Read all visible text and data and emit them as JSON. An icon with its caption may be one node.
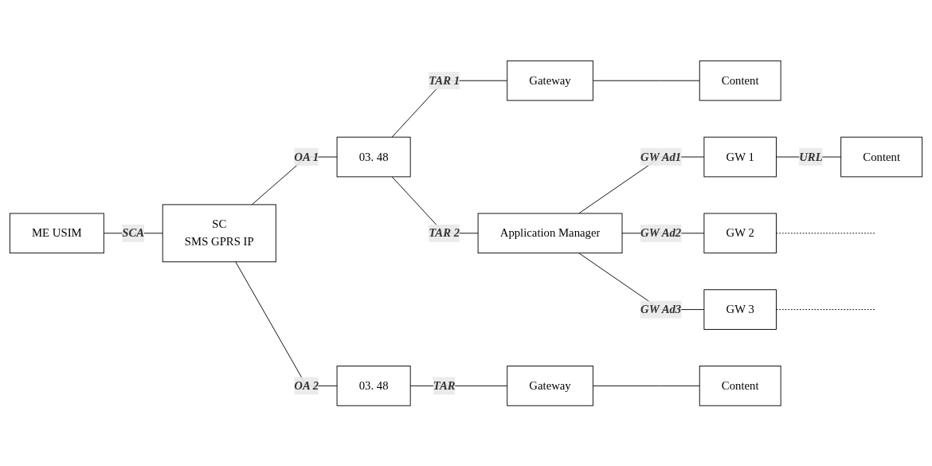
{
  "diagram": {
    "nodes": [
      {
        "text": [
          "ME USIM"
        ]
      },
      {
        "text": [
          "SC",
          "SMS GPRS IP"
        ]
      },
      {
        "text": [
          "03. 48"
        ]
      },
      {
        "text": [
          "Gateway"
        ]
      },
      {
        "text": [
          "Content"
        ]
      },
      {
        "text": [
          "Application Manager"
        ]
      },
      {
        "text": [
          "GW 1"
        ]
      },
      {
        "text": [
          "Content"
        ]
      },
      {
        "text": [
          "GW 2"
        ]
      },
      {
        "text": [
          "GW 3"
        ]
      },
      {
        "text": [
          "03. 48"
        ]
      },
      {
        "text": [
          "Gateway"
        ]
      },
      {
        "text": [
          "Content"
        ]
      }
    ],
    "edges": [
      {
        "from": 0,
        "to": 1,
        "arrow": "none",
        "label": "SCA"
      },
      {
        "from": 1,
        "to": 2,
        "arrow": "none",
        "label": "OA 1"
      },
      {
        "from": 2,
        "to": 3,
        "arrow": "none",
        "label": "TAR 1"
      },
      {
        "from": 3,
        "to": 4,
        "arrow": "none"
      },
      {
        "from": 2,
        "to": 5,
        "arrow": "none",
        "label": "TAR 2"
      },
      {
        "from": 5,
        "to": 6,
        "arrow": "none",
        "label": "GW Ad1"
      },
      {
        "from": 6,
        "to": 7,
        "arrow": "none",
        "label": "URL"
      },
      {
        "from": 5,
        "to": 8,
        "arrow": "none",
        "label": "GW Ad2"
      },
      {
        "from": 8,
        "to": null,
        "arrow": "none",
        "style": "dashed"
      },
      {
        "from": 5,
        "to": 9,
        "arrow": "none",
        "label": "GW Ad3"
      },
      {
        "from": 9,
        "to": null,
        "arrow": "none",
        "style": "dashed"
      },
      {
        "from": 1,
        "to": 10,
        "arrow": "none",
        "label": "OA 2"
      },
      {
        "from": 10,
        "to": 11,
        "arrow": "none",
        "label": "TAR"
      },
      {
        "from": 11,
        "to": 12,
        "arrow": "none"
      }
    ]
  }
}
